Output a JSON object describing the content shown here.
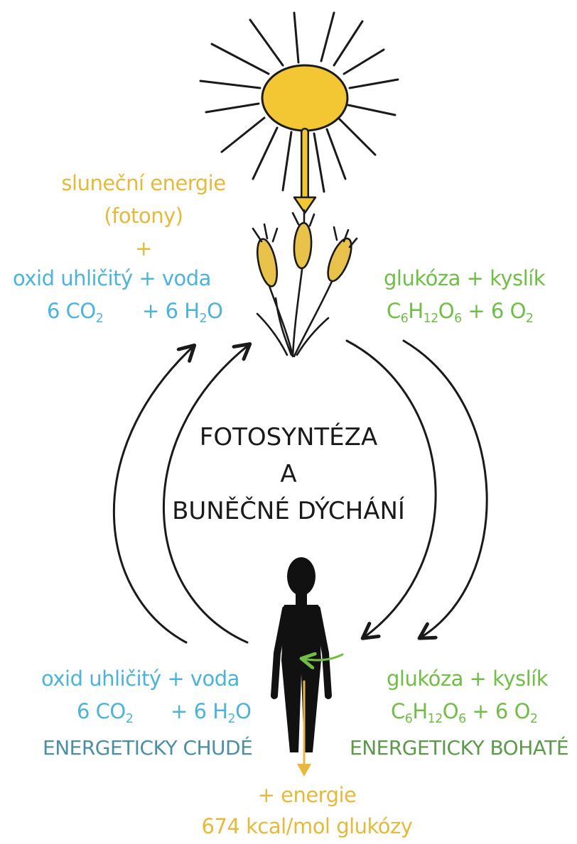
{
  "colors": {
    "sun": "#f3c733",
    "yellow_text": "#e6b93a",
    "blue_text": "#4cb3da",
    "green_text": "#6fbe45",
    "teal_text": "#4a8fa6",
    "dark_green_text": "#5a9a4a",
    "arrows": "#1a1a1a",
    "wheat": "#e8c24a",
    "person": "#111111",
    "energy_arrow": "#e6b93a",
    "intake_arrow": "#6fbe45"
  },
  "icons": {
    "sun": "sun-icon",
    "plant": "wheat-plant-icon",
    "person": "human-silhouette-icon"
  },
  "top": {
    "sun_energy_line1": "sluneční energie",
    "sun_energy_line2": "(fotony)",
    "plus": "+",
    "inputs_words": "oxid uhličitý + voda",
    "inputs_formula": {
      "co2_coef": "6 CO",
      "co2_sub": "2",
      "h2o_pre": "+ 6 H",
      "h2o_sub": "2",
      "h2o_post": "O"
    },
    "outputs_words": "glukóza + kyslík",
    "outputs_formula": {
      "c": "C",
      "c_sub": "6",
      "h": "H",
      "h_sub": "12",
      "o": "O",
      "o_sub": "6",
      "plus_o2": "+   6 O",
      "o2_sub": "2"
    }
  },
  "center": {
    "line1": "FOTOSYNTÉZA",
    "line2": "A",
    "line3": "BUNĚČNÉ DÝCHÁNÍ"
  },
  "bottom": {
    "left_words": "oxid uhličitý + voda",
    "left_formula": {
      "co2_coef": "6 CO",
      "co2_sub": "2",
      "h2o_pre": "+ 6 H",
      "h2o_sub": "2",
      "h2o_post": "O"
    },
    "left_caption": "ENERGETICKY CHUDÉ",
    "right_words": "glukóza + kyslík",
    "right_formula": {
      "c": "C",
      "c_sub": "6",
      "h": "H",
      "h_sub": "12",
      "o": "O",
      "o_sub": "6",
      "plus_o2": "+   6 O",
      "o2_sub": "2"
    },
    "right_caption": "ENERGETICKY BOHATÉ",
    "energy_line1": "+ energie",
    "energy_line2": "674 kcal/mol glukózy"
  }
}
